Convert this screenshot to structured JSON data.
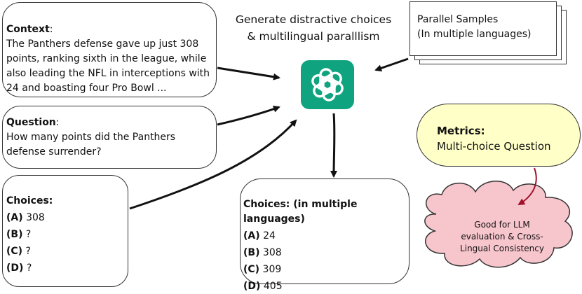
{
  "context": {
    "label": "Context",
    "suffix": ":",
    "lines": [
      "The Panthers defense gave up just 308",
      "points, ranking sixth in the league, while",
      "also leading the NFL in interceptions with",
      "24 and boasting four Pro Bowl ..."
    ]
  },
  "question": {
    "label": "Question",
    "suffix": ":",
    "lines": [
      "How many points did the Panthers",
      "defense surrender?"
    ]
  },
  "choices_left": {
    "title": "Choices:",
    "items": [
      {
        "key": "(A)",
        "value": "308"
      },
      {
        "key": "(B)",
        "value": "?"
      },
      {
        "key": "(C)",
        "value": "?"
      },
      {
        "key": "(D)",
        "value": "?"
      }
    ]
  },
  "center_title": {
    "line1": "Generate distractive choices",
    "line2": "& multilingual paralllism"
  },
  "parallel": {
    "line1": "Parallel Samples",
    "line2": "(In multiple languages)"
  },
  "logo": {
    "icon": "openai-logo-icon",
    "color": "#10a37f"
  },
  "choices_right": {
    "title": "Choices: (in multiple languages)",
    "items": [
      {
        "key": "(A)",
        "value": "24"
      },
      {
        "key": "(B)",
        "value": "308"
      },
      {
        "key": "(C)",
        "value": "309"
      },
      {
        "key": "(D)",
        "value": "405"
      }
    ]
  },
  "metrics": {
    "label": "Metrics:",
    "text": "Multi-choice Question",
    "fill": "#ffffc8"
  },
  "cloud": {
    "lines": [
      "Good for LLM",
      "evaluation & Cross-",
      "Lingual Consistency"
    ],
    "fill": "#f7c5cc",
    "arrow_color": "#a0102a"
  }
}
